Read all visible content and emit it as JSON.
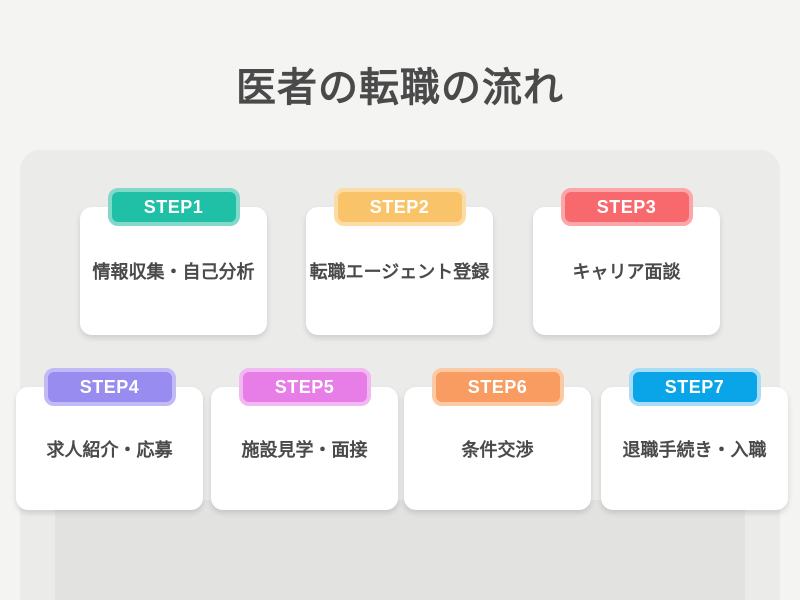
{
  "page": {
    "title": "医者の転職の流れ",
    "background_color": "#F4F4F3",
    "panel_color": "#EBEBEA",
    "inner_panel_color": "#E2E2E1",
    "text_color": "#4A4A4A"
  },
  "steps": [
    {
      "label": "STEP1",
      "title": "情報収集・自己分析",
      "badge_color": "#1FC0A6",
      "ring_color": "#82D9CA"
    },
    {
      "label": "STEP2",
      "title": "転職エージェント登録",
      "badge_color": "#F9C469",
      "ring_color": "#FBDCA6"
    },
    {
      "label": "STEP3",
      "title": "キャリア面談",
      "badge_color": "#F8696E",
      "ring_color": "#FBA6A9"
    },
    {
      "label": "STEP4",
      "title": "求人紹介・応募",
      "badge_color": "#998CF0",
      "ring_color": "#C2BAF7"
    },
    {
      "label": "STEP5",
      "title": "施設見学・面接",
      "badge_color": "#E77DE7",
      "ring_color": "#F2B8F2"
    },
    {
      "label": "STEP6",
      "title": "条件交渉",
      "badge_color": "#F89C61",
      "ring_color": "#FBC9A4"
    },
    {
      "label": "STEP7",
      "title": "退職手続き・入職",
      "badge_color": "#0AA5E9",
      "ring_color": "#A9DDF5"
    }
  ]
}
